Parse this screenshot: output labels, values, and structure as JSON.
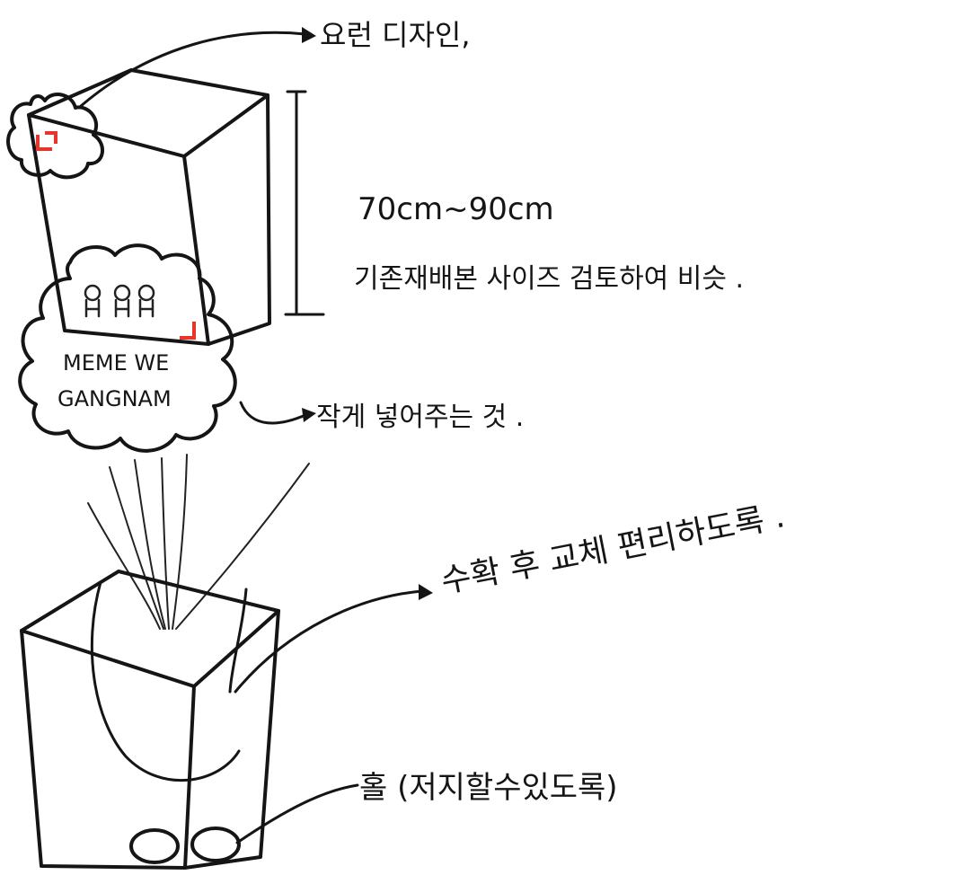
{
  "annotations": {
    "design_note": "요런 디자인,",
    "size_range": "70cm~90cm",
    "size_note": "기존재배본 사이즈 검토하여 비슷 .",
    "print_note": "작게 넣어주는 것 .",
    "harvest_note": "수확 후 교체 편리하도록 .",
    "drain_note": "홀 (저지할수있도록)"
  },
  "logo": {
    "line1": "MEME WE",
    "line2": "GANGNAM"
  },
  "colors": {
    "ink": "#151515",
    "accent": "#e8342a"
  }
}
